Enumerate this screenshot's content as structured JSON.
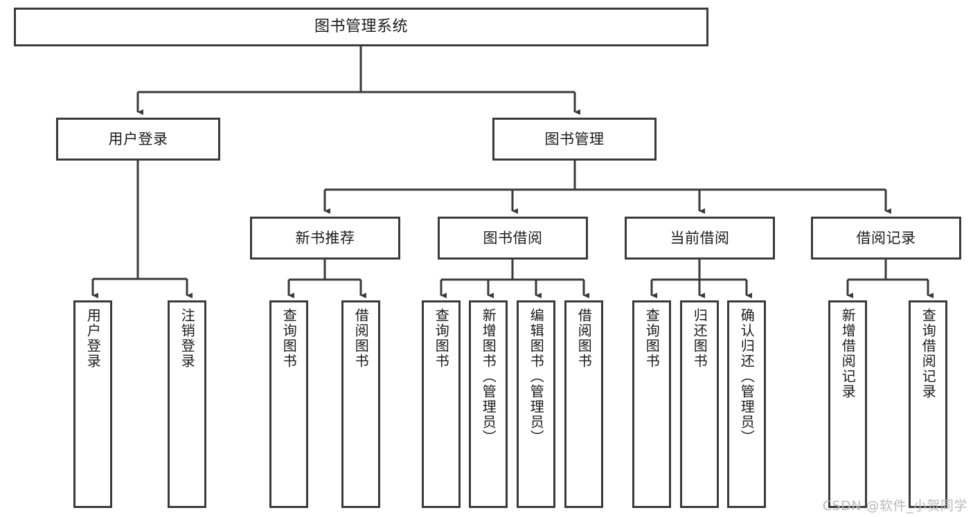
{
  "diagram": {
    "type": "tree",
    "title": "图书管理系统",
    "orientation": "top-down",
    "colors": {
      "box_border": "#3a3a3a",
      "box_fill": "#ffffff",
      "connector": "#3a3a3a",
      "text": "#1a1a1a",
      "watermark": "#b9b9b9",
      "background": "#ffffff"
    },
    "watermark": "CSDN @软件_小贺同学"
  },
  "nodes": {
    "root": {
      "label": "图书管理系统"
    },
    "level2": [
      {
        "id": "user-login",
        "label": "用户登录"
      },
      {
        "id": "book-manage",
        "label": "图书管理"
      }
    ],
    "level3": [
      {
        "id": "new-book-recommend",
        "label": "新书推荐"
      },
      {
        "id": "book-borrow",
        "label": "图书借阅"
      },
      {
        "id": "current-borrow",
        "label": "当前借阅"
      },
      {
        "id": "borrow-record",
        "label": "借阅记录"
      }
    ],
    "leaves": {
      "user_login": [
        {
          "id": "leaf-user-login",
          "label": "用户登录"
        },
        {
          "id": "leaf-logout-login",
          "label": "注销登录"
        }
      ],
      "new_book_recommend": [
        {
          "id": "leaf-query-book-1",
          "label": "查询图书"
        },
        {
          "id": "leaf-borrow-book-1",
          "label": "借阅图书"
        }
      ],
      "book_borrow": [
        {
          "id": "leaf-query-book-2",
          "label": "查询图书"
        },
        {
          "id": "leaf-add-book",
          "label": "新增图书（管理员）"
        },
        {
          "id": "leaf-edit-book",
          "label": "编辑图书（管理员）"
        },
        {
          "id": "leaf-borrow-book-2",
          "label": "借阅图书"
        }
      ],
      "current_borrow": [
        {
          "id": "leaf-query-book-3",
          "label": "查询图书"
        },
        {
          "id": "leaf-return-book",
          "label": "归还图书"
        },
        {
          "id": "leaf-confirm-return",
          "label": "确认归还（管理员）"
        }
      ],
      "borrow_record": [
        {
          "id": "leaf-add-record",
          "label": "新增借阅记录"
        },
        {
          "id": "leaf-query-record",
          "label": "查询借阅记录"
        }
      ]
    }
  }
}
